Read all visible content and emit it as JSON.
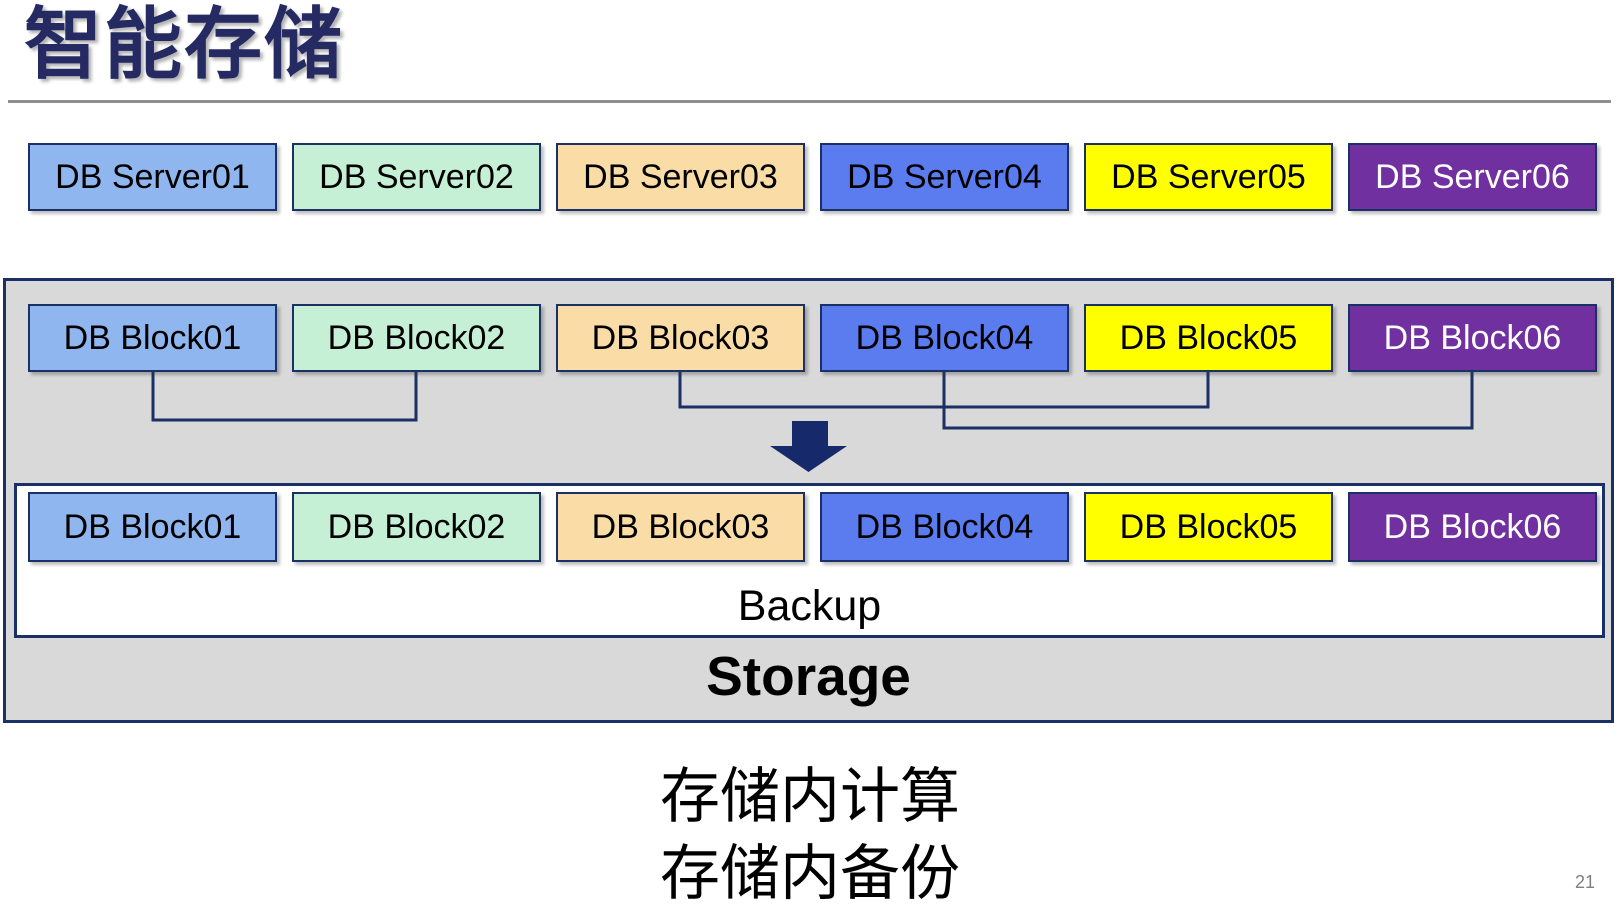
{
  "title": "智能存储",
  "palette": {
    "box_fills": [
      "#8FB6EE",
      "#C6F0D5",
      "#FADCA6",
      "#5B7CEE",
      "#FFFF00",
      "#7030A0"
    ],
    "box_text_colors": [
      "#000000",
      "#000000",
      "#000000",
      "#000000",
      "#000000",
      "#FFFFFF"
    ],
    "border_navy": "#1B3064",
    "title_navy": "#252A63",
    "container_gray": "#D9D9D9",
    "arrow_navy": "#16296B",
    "rule_gray": "#8F8F8F",
    "page_number_gray": "#808080"
  },
  "server_row": {
    "items": [
      "DB Server01",
      "DB Server02",
      "DB Server03",
      "DB Server04",
      "DB Server05",
      "DB Server06"
    ]
  },
  "storage": {
    "label": "Storage",
    "block_row_top": {
      "items": [
        "DB Block01",
        "DB Block02",
        "DB Block03",
        "DB Block04",
        "DB Block05",
        "DB Block06"
      ]
    },
    "backup": {
      "label": "Backup",
      "block_row_bottom": {
        "items": [
          "DB Block01",
          "DB Block02",
          "DB Block03",
          "DB Block04",
          "DB Block05",
          "DB Block06"
        ]
      }
    }
  },
  "captions": {
    "lines": [
      "存储内计算",
      "存储内备份"
    ]
  },
  "page_number": "21"
}
